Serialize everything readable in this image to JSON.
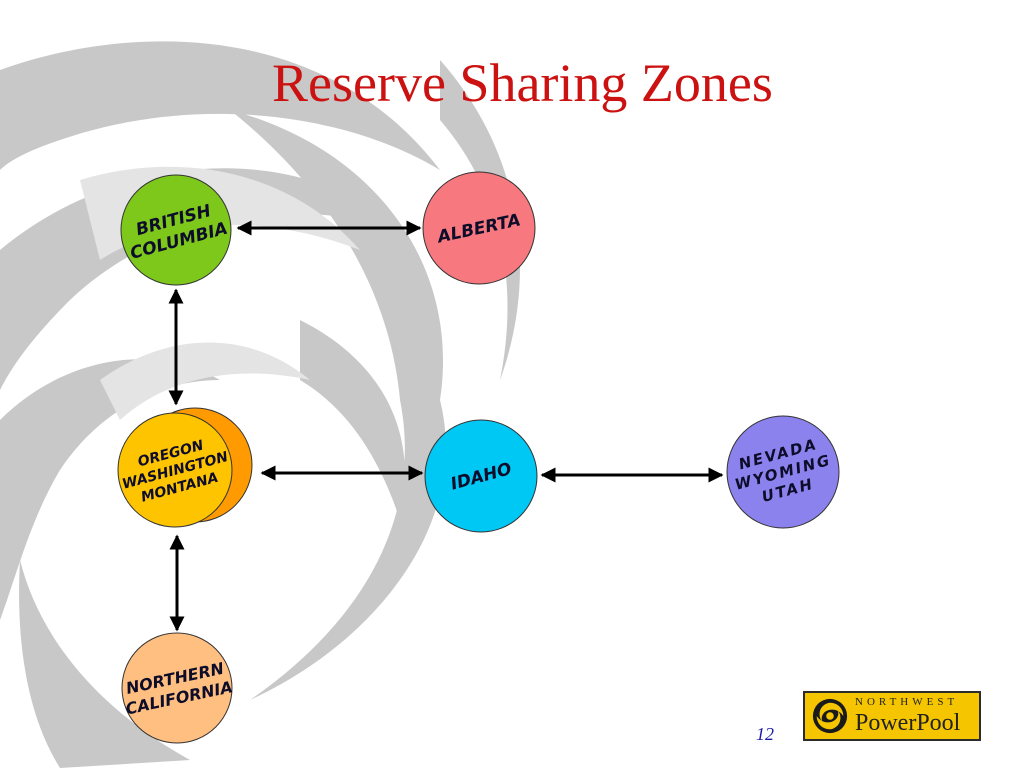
{
  "slide": {
    "title": "Reserve Sharing Zones",
    "page_number": "12"
  },
  "zones": [
    {
      "id": "bc",
      "lines": [
        "BRITISH",
        "COLUMBIA"
      ],
      "color": "#7ec81c"
    },
    {
      "id": "ab",
      "lines": [
        "ALBERTA"
      ],
      "color": "#f7797f"
    },
    {
      "id": "owm",
      "lines": [
        "OREGON",
        "WASHINGTON",
        "MONTANA"
      ],
      "color": "#ffc400",
      "back_color": "#ff9a00"
    },
    {
      "id": "id",
      "lines": [
        "IDAHO"
      ],
      "color": "#00c8f5"
    },
    {
      "id": "nwu",
      "lines": [
        "NEVADA",
        "WYOMING",
        "UTAH"
      ],
      "color": "#8c82ee"
    },
    {
      "id": "nc",
      "lines": [
        "NORTHERN",
        "CALIFORNIA"
      ],
      "color": "#ffbf80"
    }
  ],
  "links": [
    {
      "from": "bc",
      "to": "ab"
    },
    {
      "from": "bc",
      "to": "owm"
    },
    {
      "from": "owm",
      "to": "id"
    },
    {
      "from": "id",
      "to": "nwu"
    },
    {
      "from": "owm",
      "to": "nc"
    }
  ],
  "logo": {
    "top_text": "NORTHWEST",
    "bottom_text": "PowerPool",
    "background": "#f5c500"
  },
  "colors": {
    "title": "#cc1111",
    "page_number": "#1a1aa6",
    "watermark": "#cacaca"
  }
}
